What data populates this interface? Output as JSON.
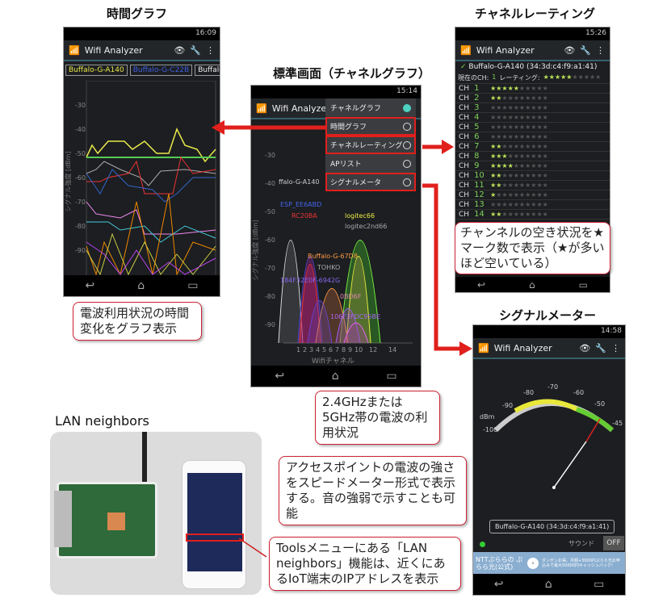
{
  "titles": {
    "time_graph": "時間グラフ",
    "standard": "標準画面（チャネルグラフ）",
    "channel_rating": "チャネルレーティング",
    "signal_meter": "シグナルメーター",
    "lan_neighbors": "LAN neighbors"
  },
  "app_name": "Wifi Analyzer",
  "time_graph": {
    "clock": "16:09",
    "tabs": [
      "Buffalo-G-A140",
      "Buffalo-G-C22B",
      "Buffalo"
    ],
    "y_label": "シグナル強度 [dBm]",
    "y_ticks": [
      "-30",
      "-40",
      "-50",
      "-60",
      "-70",
      "-80",
      "-90"
    ]
  },
  "standard": {
    "clock": "15:14",
    "menu": [
      {
        "label": "チャネルグラフ",
        "selected": true
      },
      {
        "label": "時間グラフ",
        "selected": false
      },
      {
        "label": "チャネルレーティング",
        "selected": false
      },
      {
        "label": "APリスト",
        "selected": false
      },
      {
        "label": "シグナルメータ",
        "selected": false
      }
    ],
    "y_label": "シグナル強度 [dBm]",
    "y_ticks": [
      "-30",
      "-40",
      "-50",
      "-60",
      "-70",
      "-80",
      "-90"
    ],
    "x_ticks": [
      "1",
      "2",
      "3",
      "4",
      "5",
      "6",
      "7",
      "8",
      "9",
      "10",
      "12",
      "14"
    ],
    "x_label": "Wifiチャネル",
    "ssids": [
      "ffalo-G-A140",
      "ESP_EE6ABD",
      "RC20BA",
      "logitec66",
      "logitec2nd66",
      "Buffalo-G-67D8",
      "TOHKO",
      "184F32E0F-6942G",
      "0BD6F",
      "106F3FDC95BE"
    ]
  },
  "channel_rating": {
    "clock": "15:26",
    "ap": "Buffalo-G-A140 (34:3d:c4:f9:a1:41)",
    "current_ch_label": "現在のCH:",
    "current_ch": "1",
    "rating_label": "レーティング:",
    "current_rating": 4.5,
    "channels": [
      {
        "ch": "1",
        "stars": 4.5
      },
      {
        "ch": "2",
        "stars": 2
      },
      {
        "ch": "3",
        "stars": 0
      },
      {
        "ch": "4",
        "stars": 0
      },
      {
        "ch": "5",
        "stars": 0
      },
      {
        "ch": "6",
        "stars": 0
      },
      {
        "ch": "7",
        "stars": 2
      },
      {
        "ch": "8",
        "stars": 3
      },
      {
        "ch": "9",
        "stars": 3.5
      },
      {
        "ch": "10",
        "stars": 2
      },
      {
        "ch": "11",
        "stars": 2
      },
      {
        "ch": "12",
        "stars": 1
      },
      {
        "ch": "13",
        "stars": 0
      },
      {
        "ch": "14",
        "stars": 2
      }
    ],
    "ch_prefix": "CH"
  },
  "signal_meter": {
    "clock": "14:58",
    "scale": [
      "-100",
      "-90",
      "-80",
      "-70",
      "-60",
      "-50",
      "-45"
    ],
    "unit": "dBm",
    "value": -51,
    "ap": "Buffalo-G-A140 (34:3d:c4:f9:a1:41)",
    "sound_label": "サウンド",
    "sound_toggle": "OFF",
    "ad_text": "NTTぷららの ぷらら光(公式)",
    "ad_small": "ダンゼンお得。月額+3000円ぷらら光お申込みで最大50000円キャッシュバック!"
  },
  "callouts": {
    "time": "電波利用状況の時間変化をグラフ表示",
    "standard": "2.4GHzまたは5GHz帯の電波の利用状況",
    "rating": "チャンネルの空き状況を★マーク数で表示（★が多いほど空いている）",
    "meter": "アクセスポイントの電波の強さをスピードメーター形式で表示する。音の強弱で示すことも可能",
    "lan": "Toolsメニューにある「LAN neighbors」機能は、近くにあるIoT端末のIPアドレスを表示"
  },
  "colors": {
    "arrow": "#e0201c",
    "callout_border": "#c22233",
    "green": "#7fd05a"
  }
}
